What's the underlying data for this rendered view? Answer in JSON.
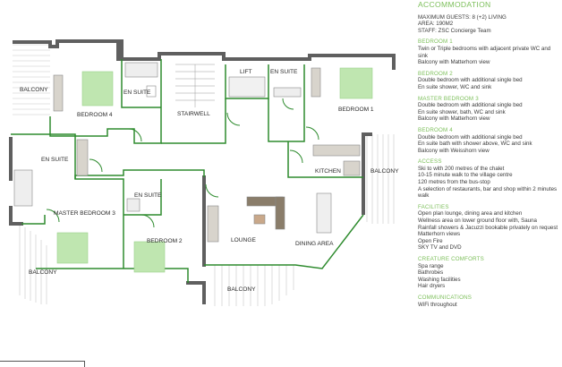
{
  "header": {
    "title": "ACCOMMODATION",
    "meta": [
      "MAXIMUM GUESTS: 8 (+2) LIVING",
      "AREA: 190M2",
      "STAFF: ZSC Concierge Team"
    ]
  },
  "sections": [
    {
      "heading": "BEDROOM 1",
      "lines": [
        "Twin or Triple bedrooms with adjacent private WC and sink",
        "Balcony with Matterhorn view"
      ]
    },
    {
      "heading": "BEDROOM 2",
      "lines": [
        "Double bedroom with additional single bed",
        "En suite shower, WC and sink"
      ]
    },
    {
      "heading": "MASTER BEDROOM 3",
      "lines": [
        "Double bedroom with additional single bed",
        "En suite shower, bath, WC and sink",
        "Balcony with Matterhorn view"
      ]
    },
    {
      "heading": "BEDROOM 4",
      "lines": [
        "Double bedroom with additional single bed",
        "En suite bath with shower above, WC and sink",
        "Balcony with Weisshorn view"
      ]
    },
    {
      "heading": "ACCESS",
      "lines": [
        "Ski to with 200 metres of the chalet",
        "10-15 minute walk to the village centre",
        "120 metres from the bus-stop",
        "A selection of restaurants, bar and shop within 2 minutes walk"
      ]
    },
    {
      "heading": "FACILITIES",
      "lines": [
        "Open plan lounge, dining area and kitchen",
        "Wellness area on lower ground floor with, Sauna",
        "Rainfall showers & Jacuzzi bookable privately on request",
        "Matterhorn views",
        "Open Fire",
        "SKY TV and DVD"
      ]
    },
    {
      "heading": "CREATURE COMFORTS",
      "lines": [
        "Spa range",
        "Bathrobes",
        "Washing facilities",
        "Hair dryers"
      ]
    },
    {
      "heading": "COMMUNICATIONS",
      "lines": [
        "WiFi throughout"
      ]
    }
  ],
  "plan": {
    "rooms": {
      "balcony_tl": "BALCONY",
      "bedroom4": "BEDROOM 4",
      "ensuite_b4": "EN SUITE",
      "stairwell": "STAIRWELL",
      "lift": "LIFT",
      "ensuite_b1": "EN SUITE",
      "bedroom1": "BEDROOM 1",
      "ensuite_b3": "EN SUITE",
      "kitchen": "KITCHEN",
      "balcony_r": "BALCONY",
      "ensuite_b2": "EN SUITE",
      "master3": "MASTER BEDROOM 3",
      "bedroom2": "BEDROOM 2",
      "lounge": "LOUNGE",
      "dining": "DINING AREA",
      "balcony_bl": "BALCONY",
      "balcony_b": "BALCONY"
    }
  },
  "colors": {
    "accent": "#7cbf5a",
    "wall": "#5f5f5f",
    "inner_wall": "#2e8b2e",
    "bed": "#bfe6b0"
  }
}
